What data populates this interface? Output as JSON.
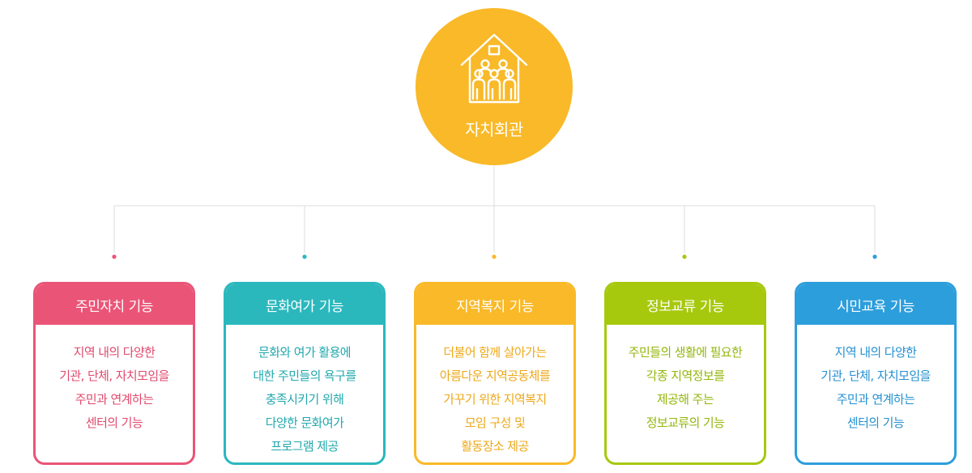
{
  "hub": {
    "title": "자치회관",
    "icon": "house-people-icon",
    "color": "#f9b928"
  },
  "connector_color": "#dcdcdc",
  "functions": [
    {
      "title": "주민자치 기능",
      "color": "#ea5577",
      "lines": [
        "지역 내의 다양한",
        "기관, 단체, 자치모임을",
        "주민과 연계하는",
        "센터의 기능"
      ]
    },
    {
      "title": "문화여가 기능",
      "color": "#2bb8bd",
      "lines": [
        "문화와 여가 활용에",
        "대한 주민들의 욕구를",
        "충족시키기 위해",
        "다양한 문화여가",
        "프로그램 제공"
      ]
    },
    {
      "title": "지역복지 기능",
      "color": "#f9b928",
      "lines": [
        "더불어 함께 살아가는",
        "아름다운 지역공동체를",
        "가꾸기 위한 지역복지",
        "모임 구성 및",
        "활동장소 제공"
      ]
    },
    {
      "title": "정보교류 기능",
      "color": "#a6c90e",
      "lines": [
        "주민들의 생활에 필요한",
        "각종 지역정보를",
        "제공해 주는",
        "정보교류의 기능"
      ]
    },
    {
      "title": "시민교육 기능",
      "color": "#2d9edc",
      "lines": [
        "지역 내의 다양한",
        "기관, 단체, 자치모임을",
        "주민과 연계하는",
        "센터의 기능"
      ]
    }
  ]
}
